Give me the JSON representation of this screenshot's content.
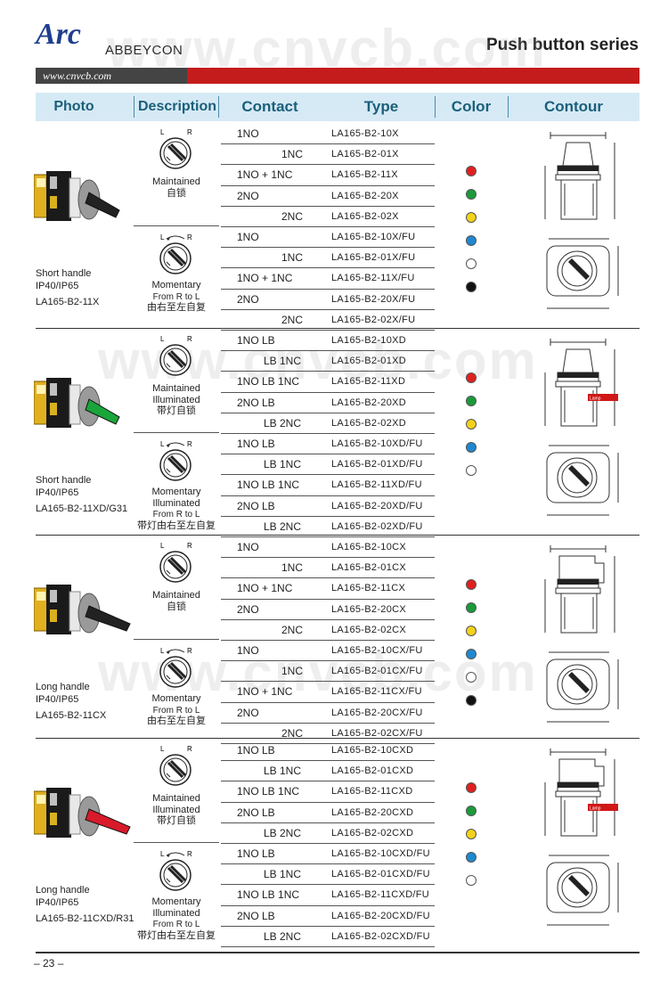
{
  "header": {
    "logo_mark": "Arc",
    "brand": "ABBEYCON",
    "url": "www.cnvcb.com",
    "series_title": "Push button series",
    "watermark": "www.cnvcb.com"
  },
  "columns": [
    "Photo",
    "Description",
    "Contact",
    "Type",
    "Color",
    "Contour"
  ],
  "sections": [
    {
      "photo_label": [
        "Short handle",
        "IP40/IP65",
        "LA165-B2-11X"
      ],
      "handle_color": "#222222",
      "groups": [
        {
          "desc": [
            "Maintained",
            "自锁"
          ],
          "rows": [
            {
              "contact": "1NO",
              "type": "LA165-B2-10X"
            },
            {
              "contact": "1NC",
              "type": "LA165-B2-01X"
            },
            {
              "contact": "1NO  +  1NC",
              "type": "LA165-B2-11X"
            },
            {
              "contact": "2NO",
              "type": "LA165-B2-20X"
            },
            {
              "contact": "2NC",
              "type": "LA165-B2-02X"
            }
          ]
        },
        {
          "desc": [
            "Momentary",
            "From R to L",
            "由右至左自复"
          ],
          "rows": [
            {
              "contact": "1NO",
              "type": "LA165-B2-10X/FU"
            },
            {
              "contact": "1NC",
              "type": "LA165-B2-01X/FU"
            },
            {
              "contact": "1NO  +  1NC",
              "type": "LA165-B2-11X/FU"
            },
            {
              "contact": "2NO",
              "type": "LA165-B2-20X/FU"
            },
            {
              "contact": "2NC",
              "type": "LA165-B2-02X/FU"
            }
          ]
        }
      ],
      "colors": [
        "#e02020",
        "#1a9a3a",
        "#f2d21a",
        "#1e88d0",
        "#ffffff",
        "#111111"
      ]
    },
    {
      "photo_label": [
        "Short handle",
        "IP40/IP65",
        "LA165-B2-11XD/G31"
      ],
      "handle_color": "#1aa53a",
      "groups": [
        {
          "desc": [
            "Maintained",
            "Illuminated",
            "带灯自锁"
          ],
          "rows": [
            {
              "contact": "1NO LB",
              "type": "LA165-B2-10XD"
            },
            {
              "contact": "LB 1NC",
              "type": "LA165-B2-01XD"
            },
            {
              "contact": "1NO LB 1NC",
              "type": "LA165-B2-11XD"
            },
            {
              "contact": "2NO LB",
              "type": "LA165-B2-20XD"
            },
            {
              "contact": "LB 2NC",
              "type": "LA165-B2-02XD"
            }
          ]
        },
        {
          "desc": [
            "Momentary",
            "Illuminated",
            "From R to L",
            "带灯由右至左自复"
          ],
          "rows": [
            {
              "contact": "1NO LB",
              "type": "LA165-B2-10XD/FU"
            },
            {
              "contact": "LB 1NC",
              "type": "LA165-B2-01XD/FU"
            },
            {
              "contact": "1NO LB 1NC",
              "type": "LA165-B2-11XD/FU"
            },
            {
              "contact": "2NO LB",
              "type": "LA165-B2-20XD/FU"
            },
            {
              "contact": "LB 2NC",
              "type": "LA165-B2-02XD/FU"
            }
          ]
        }
      ],
      "colors": [
        "#e02020",
        "#1a9a3a",
        "#f2d21a",
        "#1e88d0",
        "#ffffff"
      ]
    },
    {
      "photo_label": [
        "Long handle",
        "IP40/IP65",
        "LA165-B2-11CX"
      ],
      "handle_color": "#222222",
      "groups": [
        {
          "desc": [
            "Maintained",
            "自锁"
          ],
          "rows": [
            {
              "contact": "1NO",
              "type": "LA165-B2-10CX"
            },
            {
              "contact": "1NC",
              "type": "LA165-B2-01CX"
            },
            {
              "contact": "1NO  +  1NC",
              "type": "LA165-B2-11CX"
            },
            {
              "contact": "2NO",
              "type": "LA165-B2-20CX"
            },
            {
              "contact": "2NC",
              "type": "LA165-B2-02CX"
            }
          ]
        },
        {
          "desc": [
            "Momentary",
            "From R to L",
            "由右至左自复"
          ],
          "rows": [
            {
              "contact": "1NO",
              "type": "LA165-B2-10CX/FU"
            },
            {
              "contact": "1NC",
              "type": "LA165-B2-01CX/FU"
            },
            {
              "contact": "1NO  +  1NC",
              "type": "LA165-B2-11CX/FU"
            },
            {
              "contact": "2NO",
              "type": "LA165-B2-20CX/FU"
            },
            {
              "contact": "2NC",
              "type": "LA165-B2-02CX/FU"
            }
          ]
        }
      ],
      "colors": [
        "#e02020",
        "#1a9a3a",
        "#f2d21a",
        "#1e88d0",
        "#ffffff",
        "#111111"
      ]
    },
    {
      "photo_label": [
        "Long handle",
        "IP40/IP65",
        "LA165-B2-11CXD/R31"
      ],
      "handle_color": "#d81a2a",
      "groups": [
        {
          "desc": [
            "Maintained",
            "Illuminated",
            "带灯自锁"
          ],
          "rows": [
            {
              "contact": "1NO LB",
              "type": "LA165-B2-10CXD"
            },
            {
              "contact": "LB 1NC",
              "type": "LA165-B2-01CXD"
            },
            {
              "contact": "1NO LB 1NC",
              "type": "LA165-B2-11CXD"
            },
            {
              "contact": "2NO LB",
              "type": "LA165-B2-20CXD"
            },
            {
              "contact": "LB 2NC",
              "type": "LA165-B2-02CXD"
            }
          ]
        },
        {
          "desc": [
            "Momentary",
            "Illuminated",
            "From R to L",
            "带灯由右至左自复"
          ],
          "rows": [
            {
              "contact": "1NO LB",
              "type": "LA165-B2-10CXD/FU"
            },
            {
              "contact": "LB 1NC",
              "type": "LA165-B2-01CXD/FU"
            },
            {
              "contact": "1NO LB 1NC",
              "type": "LA165-B2-11CXD/FU"
            },
            {
              "contact": "2NO LB",
              "type": "LA165-B2-20CXD/FU"
            },
            {
              "contact": "LB 2NC",
              "type": "LA165-B2-02CXD/FU"
            }
          ]
        }
      ],
      "colors": [
        "#e02020",
        "#1a9a3a",
        "#f2d21a",
        "#1e88d0",
        "#ffffff"
      ]
    }
  ],
  "footer": {
    "page_number": "– 23 –"
  }
}
